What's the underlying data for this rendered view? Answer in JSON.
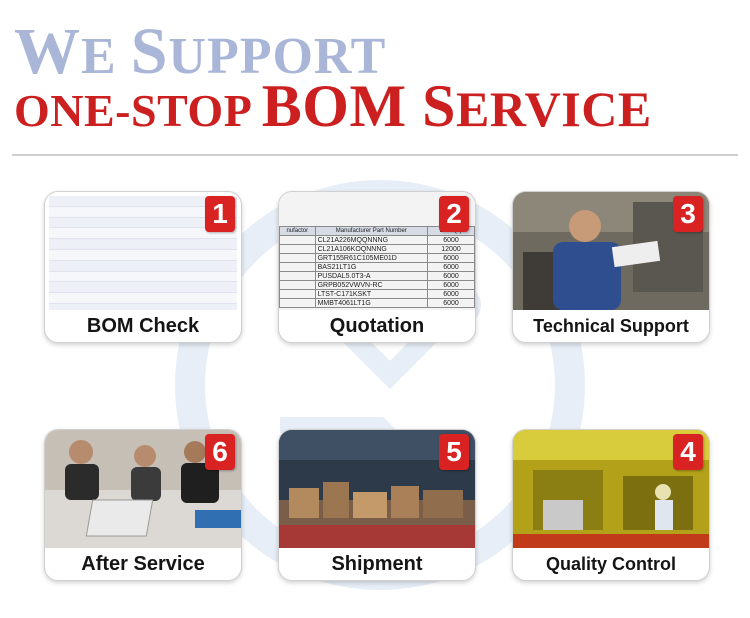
{
  "header": {
    "line1_cap1": "W",
    "line1_rest1": "E ",
    "line1_cap2": "S",
    "line1_rest2": "UPPORT",
    "line2_small": "ONE-STOP ",
    "line2_big1": "BOM ",
    "line2_cap": "S",
    "line2_rest": "ERVICE"
  },
  "cards": [
    {
      "number": "1",
      "label": "BOM Check"
    },
    {
      "number": "2",
      "label": "Quotation"
    },
    {
      "number": "3",
      "label": "Technical Support"
    },
    {
      "number": "6",
      "label": "After Service"
    },
    {
      "number": "5",
      "label": "Shipment"
    },
    {
      "number": "4",
      "label": "Quality Control"
    }
  ],
  "quotation_table": {
    "headers": [
      "nufactor",
      "Manufacturer Part Number",
      "Bulk Qty"
    ],
    "rows": [
      {
        "pn": "CL21A226MQQNNNG",
        "qty": "6000"
      },
      {
        "pn": "CL21A106KOQNNNG",
        "qty": "12000"
      },
      {
        "pn": "GRT155R61C105ME01D",
        "qty": "6000"
      },
      {
        "pn": "BAS21LT1G",
        "qty": "6000"
      },
      {
        "pn": "PUSDAL5.0T3-A",
        "qty": "6000"
      },
      {
        "pn": "GRPB052VWVN-RC",
        "qty": "6000"
      },
      {
        "pn": "LTST-C171KSKT",
        "qty": "6000"
      },
      {
        "pn": "MMBT4061LT1G",
        "qty": "6000"
      }
    ]
  },
  "colors": {
    "title_blue": "#a9b6d8",
    "title_red": "#cc1f1f",
    "badge_red": "#d92323"
  }
}
